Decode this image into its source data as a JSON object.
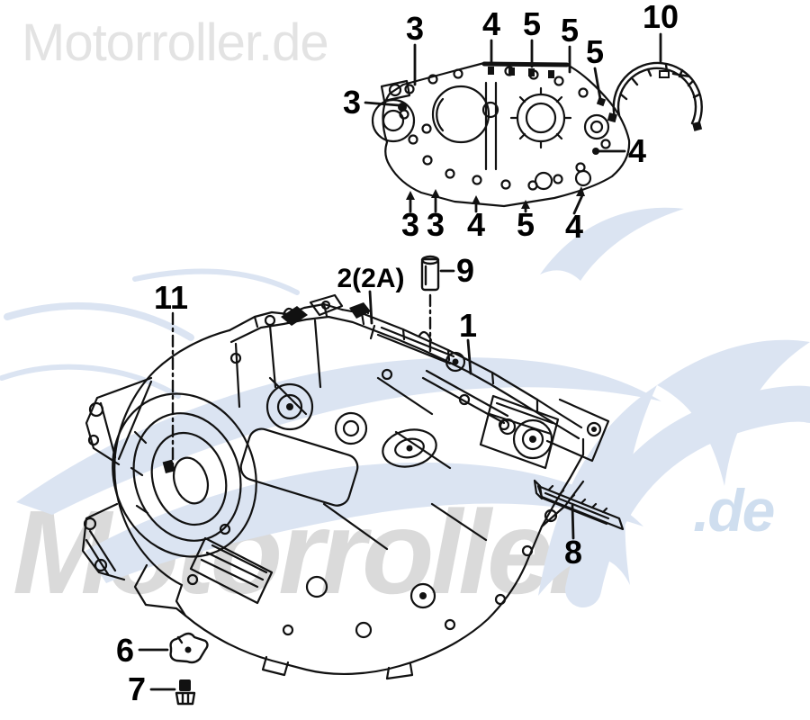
{
  "header": {
    "logo": "Motorroller.de"
  },
  "watermark": {
    "text": "Motorroller",
    "suffix": ".de",
    "text_color": "#dadada",
    "suffix_color": "#cfdeef",
    "swoosh_color": "#dbe4f2"
  },
  "diagram": {
    "description": "Exploded parts diagram of scooter engine crankcase with numbered callouts",
    "line_color": "#111111",
    "parts": [
      {
        "id": "right-crankcase-cover",
        "callout": "3,4,5"
      },
      {
        "id": "arc-gasket",
        "callout": "10"
      },
      {
        "id": "crankcase-assembly",
        "callout": "1"
      },
      {
        "id": "crankcase-gasket",
        "callout": "2(2A)"
      },
      {
        "id": "dowel-pin",
        "callout": "9"
      },
      {
        "id": "oil-guide-bar",
        "callout": "8"
      },
      {
        "id": "plate",
        "callout": "6"
      },
      {
        "id": "drain-bolt",
        "callout": "7"
      },
      {
        "id": "bearing-bolt",
        "callout": "11"
      }
    ],
    "callouts": [
      {
        "label": "3"
      },
      {
        "label": "4"
      },
      {
        "label": "5"
      },
      {
        "label": "5"
      },
      {
        "label": "5"
      },
      {
        "label": "10"
      },
      {
        "label": "3"
      },
      {
        "label": "4"
      },
      {
        "label": "3"
      },
      {
        "label": "3"
      },
      {
        "label": "4"
      },
      {
        "label": "5"
      },
      {
        "label": "4"
      },
      {
        "label": "2(2A)"
      },
      {
        "label": "9"
      },
      {
        "label": "1"
      },
      {
        "label": "11"
      },
      {
        "label": "8"
      },
      {
        "label": "6"
      },
      {
        "label": "7"
      }
    ]
  }
}
